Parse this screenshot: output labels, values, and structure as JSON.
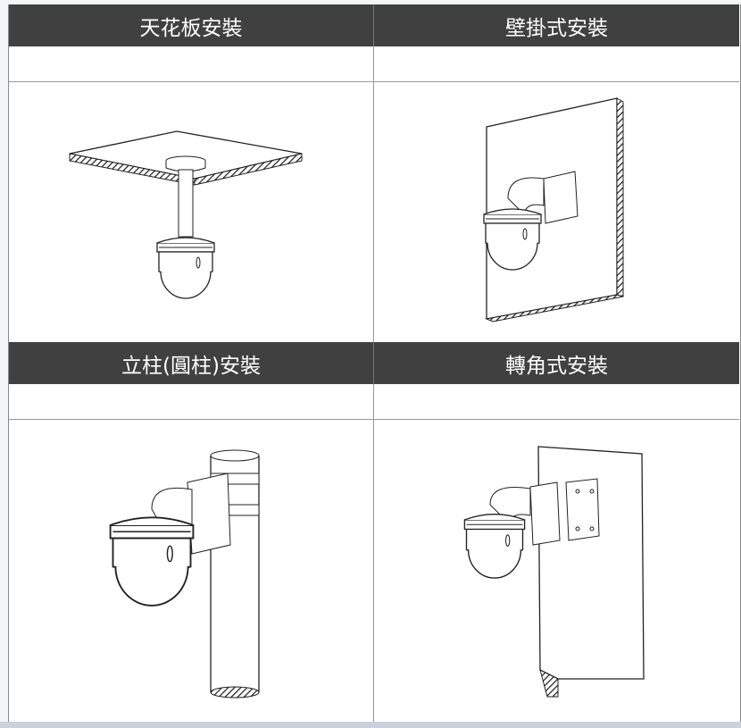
{
  "cells": [
    {
      "title": "天花板安裝",
      "icon": "ceiling-mount-illustration"
    },
    {
      "title": "壁掛式安裝",
      "icon": "wall-mount-illustration"
    },
    {
      "title": "立柱(圓柱)安裝",
      "icon": "pole-mount-illustration"
    },
    {
      "title": "轉角式安裝",
      "icon": "corner-mount-illustration"
    }
  ]
}
